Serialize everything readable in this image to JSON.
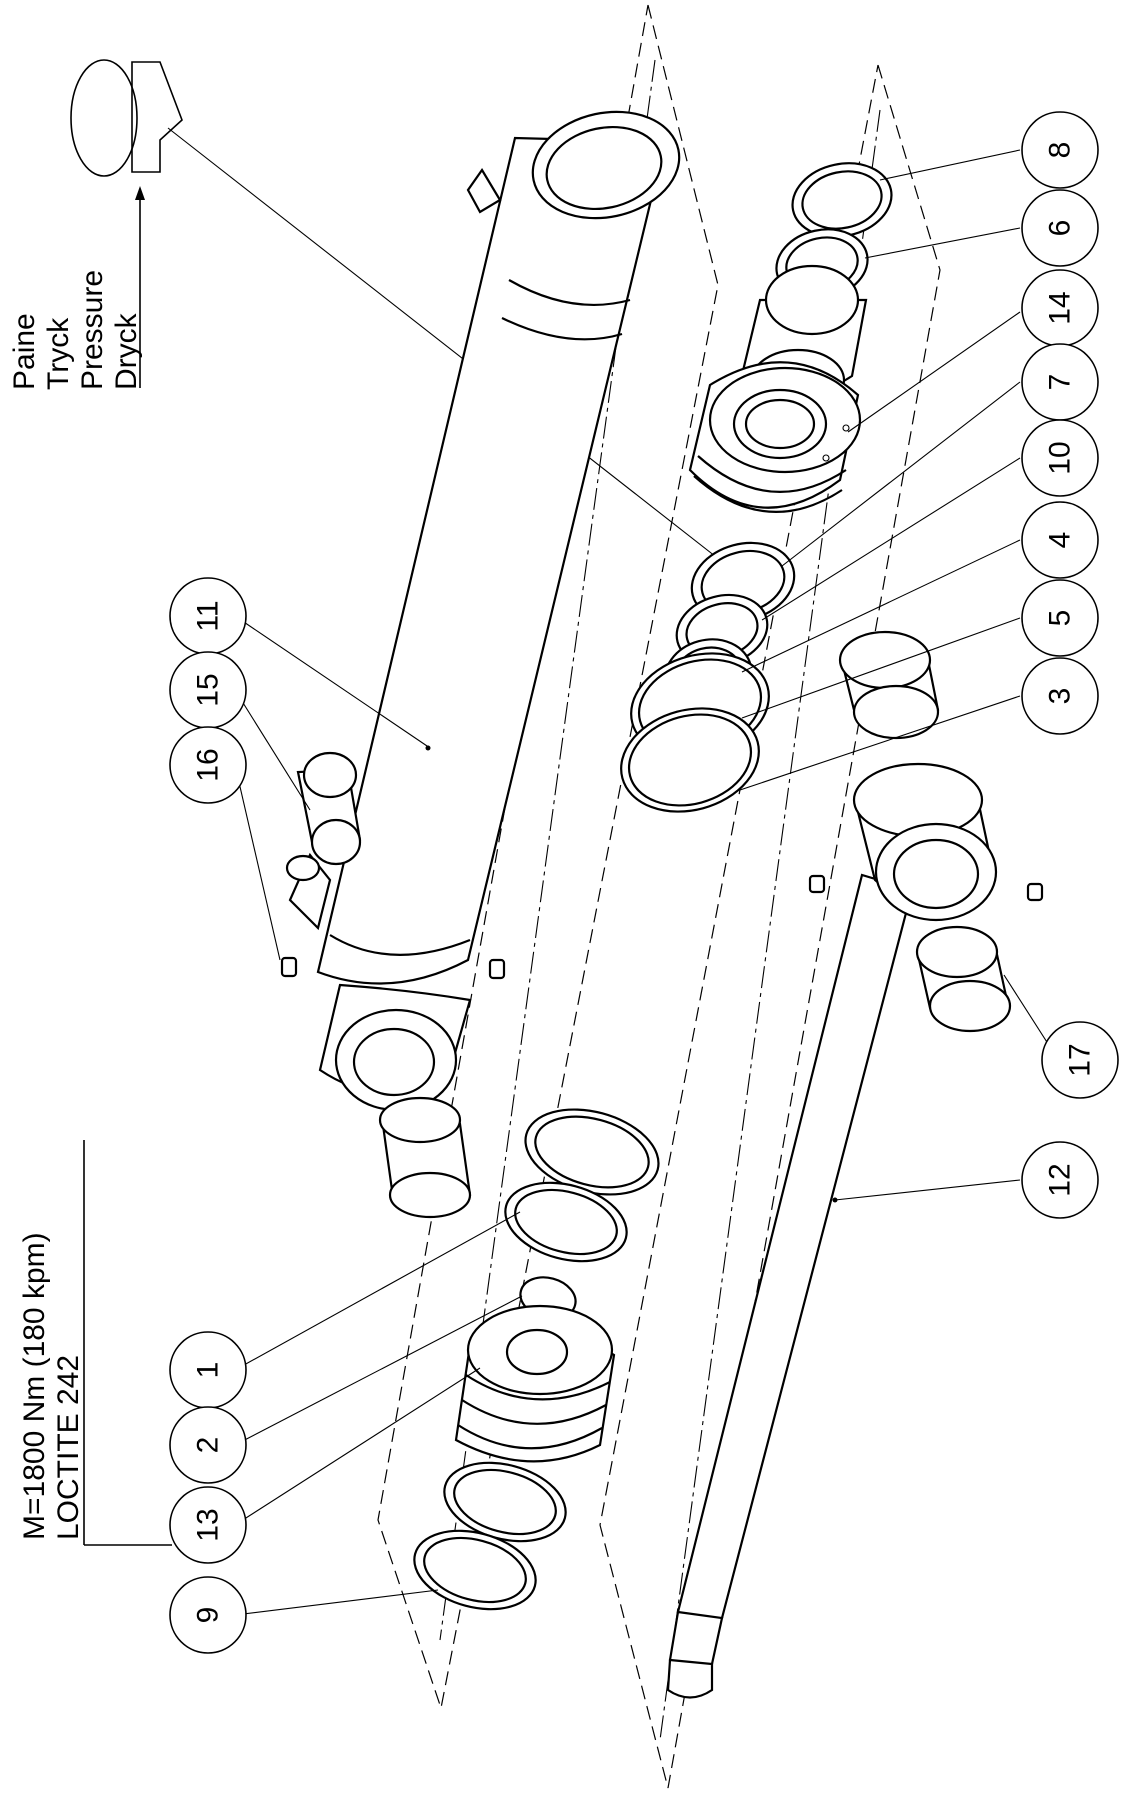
{
  "pressure_note": {
    "lines": [
      "Paine",
      "Tryck",
      "Pressure",
      "Dryck"
    ]
  },
  "torque_note": {
    "line1": "M=1800 Nm  (180 kpm)",
    "line2": "LOCTITE 242"
  },
  "balloons": [
    {
      "id": "b8",
      "label": "8"
    },
    {
      "id": "b6",
      "label": "6"
    },
    {
      "id": "b14",
      "label": "14"
    },
    {
      "id": "b7",
      "label": "7"
    },
    {
      "id": "b10",
      "label": "10"
    },
    {
      "id": "b4",
      "label": "4"
    },
    {
      "id": "b5",
      "label": "5"
    },
    {
      "id": "b3",
      "label": "3"
    },
    {
      "id": "b11",
      "label": "11"
    },
    {
      "id": "b15",
      "label": "15"
    },
    {
      "id": "b16",
      "label": "16"
    },
    {
      "id": "b17",
      "label": "17"
    },
    {
      "id": "b12",
      "label": "12"
    },
    {
      "id": "b1",
      "label": "1"
    },
    {
      "id": "b2",
      "label": "2"
    },
    {
      "id": "b13",
      "label": "13"
    },
    {
      "id": "b9",
      "label": "9"
    }
  ]
}
